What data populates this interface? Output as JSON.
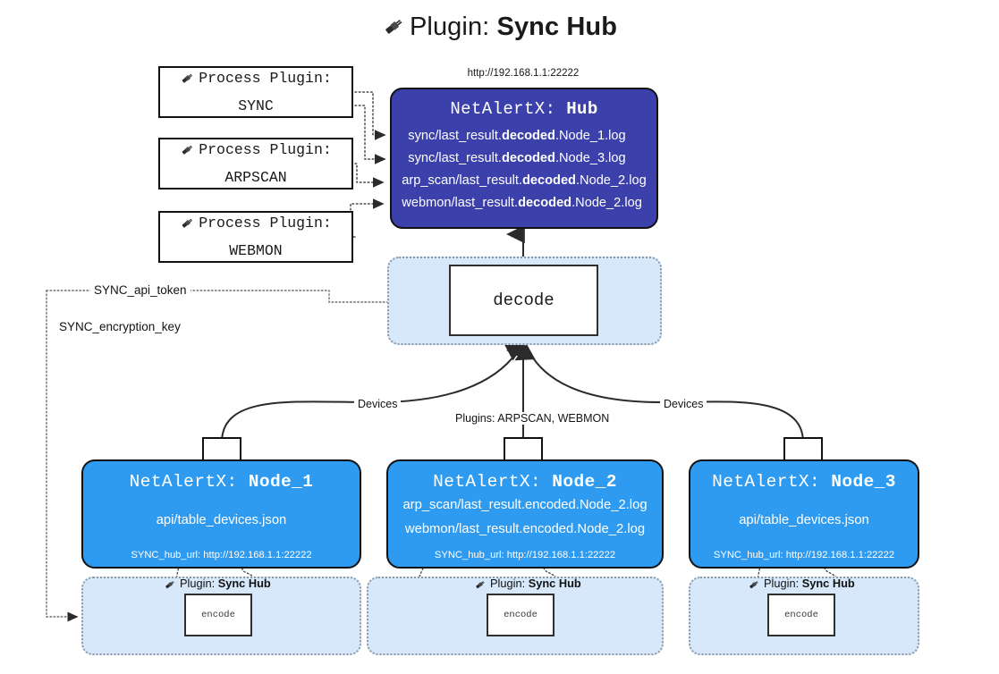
{
  "title": {
    "icon": "plug-icon",
    "label": "Plugin:",
    "name": "Sync Hub"
  },
  "hub": {
    "url": "http://192.168.1.1:22222",
    "title_prefix": "NetAlertX:",
    "title_name": "Hub",
    "lines": [
      {
        "pre": "sync/last_result.",
        "mid": "decoded",
        "post": ".Node_1.log"
      },
      {
        "pre": "sync/last_result.",
        "mid": "decoded",
        "post": ".Node_3.log"
      },
      {
        "pre": "arp_scan/last_result.",
        "mid": "decoded",
        "post": ".Node_2.log"
      },
      {
        "pre": "webmon/last_result.",
        "mid": "decoded",
        "post": ".Node_2.log"
      }
    ],
    "color": "#3b40ab"
  },
  "process_plugins": [
    {
      "line1": "Process Plugin:",
      "line2": "SYNC",
      "icon": "plug-icon"
    },
    {
      "line1": "Process Plugin:",
      "line2": "ARPSCAN",
      "icon": "plug-icon"
    },
    {
      "line1": "Process Plugin:",
      "line2": "WEBMON",
      "icon": "plug-icon"
    }
  ],
  "decode": {
    "label": "decode",
    "band_color": "#d6e8fa"
  },
  "keys": {
    "api_token": "SYNC_api_token",
    "encryption_key": "SYNC_encryption_key"
  },
  "edge_labels": {
    "devices_left": "Devices",
    "devices_right": "Devices",
    "plugins_mid": "Plugins: ARPSCAN, WEBMON"
  },
  "nodes": [
    {
      "title_prefix": "NetAlertX:",
      "title_name": "Node_1",
      "lines": [
        "api/table_devices.json"
      ],
      "footer": "SYNC_hub_url: http://192.168.1.1:22222",
      "color": "#2e9bf0",
      "envelope": "envelope-icon"
    },
    {
      "title_prefix": "NetAlertX:",
      "title_name": "Node_2",
      "lines": [
        "arp_scan/last_result.encoded.Node_2.log",
        "webmon/last_result.encoded.Node_2.log"
      ],
      "footer": "SYNC_hub_url: http://192.168.1.1:22222",
      "color": "#2e9bf0",
      "envelope": "envelope-icon"
    },
    {
      "title_prefix": "NetAlertX:",
      "title_name": "Node_3",
      "lines": [
        "api/table_devices.json"
      ],
      "footer": "SYNC_hub_url: http://192.168.1.1:22222",
      "color": "#2e9bf0",
      "envelope": "envelope-icon"
    }
  ],
  "encode_bands": [
    {
      "plugin_label": "Plugin:",
      "plugin_name": "Sync Hub",
      "box_label": "encode",
      "icon": "plug-icon"
    },
    {
      "plugin_label": "Plugin:",
      "plugin_name": "Sync Hub",
      "box_label": "encode",
      "icon": "plug-icon"
    },
    {
      "plugin_label": "Plugin:",
      "plugin_name": "Sync Hub",
      "box_label": "encode",
      "icon": "plug-icon"
    }
  ]
}
